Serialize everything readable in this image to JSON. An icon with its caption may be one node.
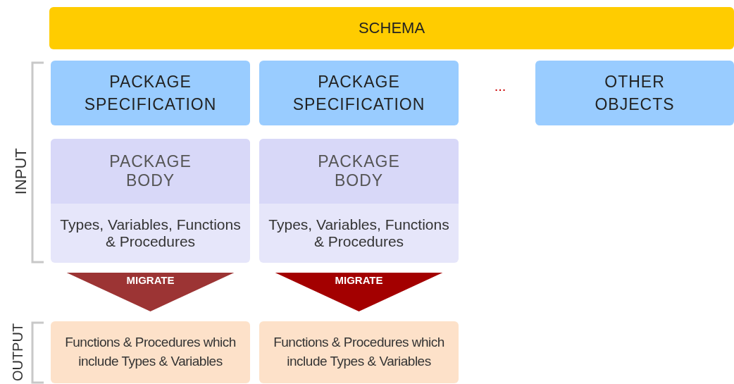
{
  "diagram": {
    "nodes": [
      {
        "text": [
          "SCHEMA"
        ]
      },
      {
        "text": [
          "PACKAGE SPECIFICATION"
        ]
      },
      {
        "text": [
          "PACKAGE SPECIFICATION"
        ]
      },
      {
        "text": [
          "OTHER OBJECTS"
        ]
      },
      {
        "text": [
          "PACKAGE BODY",
          "Types, Variables, Functions & Procedures"
        ]
      },
      {
        "text": [
          "PACKAGE BODY",
          "Types, Variables, Functions & Procedures"
        ]
      },
      {
        "text": [
          "Functions & Procedures which include Types & Variables"
        ]
      },
      {
        "text": [
          "Functions & Procedures which include Types & Variables"
        ]
      }
    ],
    "edges": [
      {
        "from": 4,
        "to": 6,
        "arrow": "to",
        "label": "MIGRATE",
        "color": "#9c3434"
      },
      {
        "from": 5,
        "to": 7,
        "arrow": "to",
        "label": "MIGRATE",
        "color": "#a30000"
      }
    ],
    "labels": [
      "...",
      "INPUT",
      "OUTPUT"
    ]
  }
}
